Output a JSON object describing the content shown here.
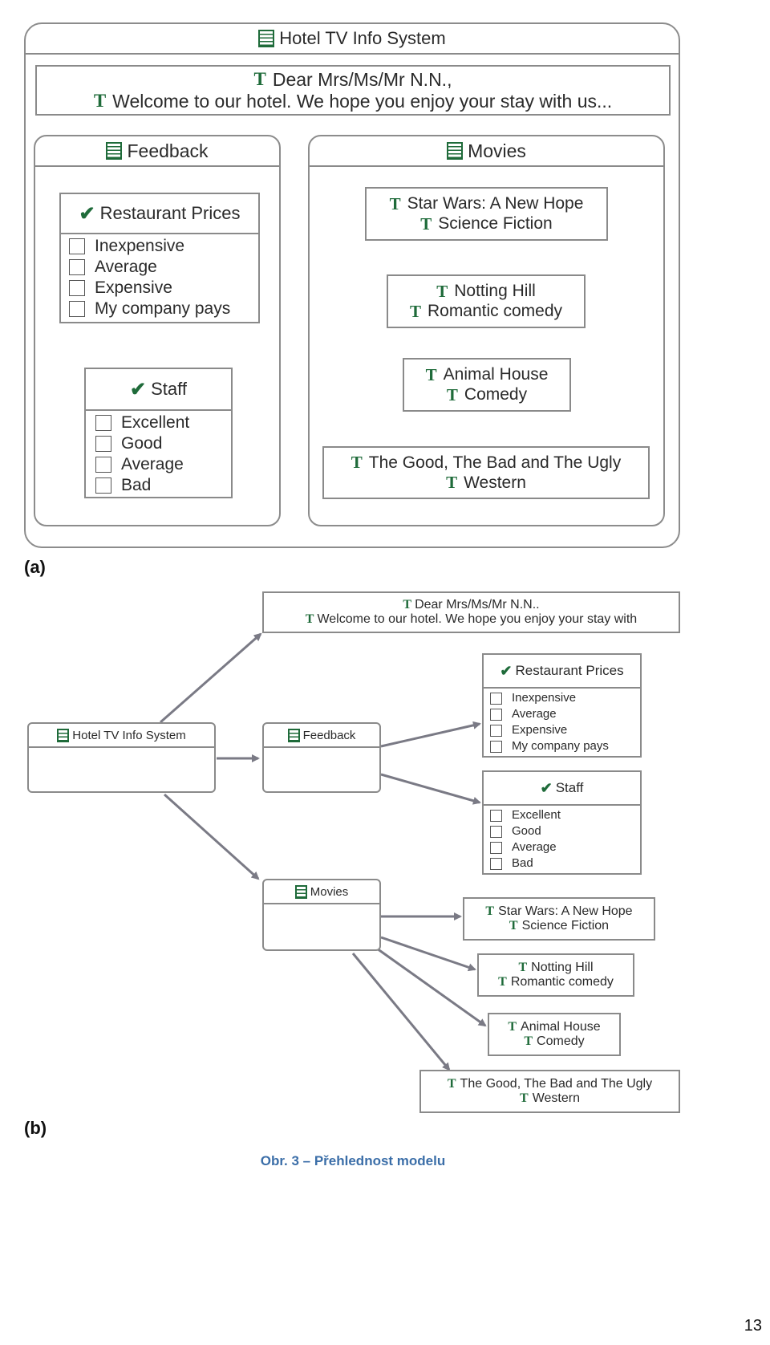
{
  "diagram_a": {
    "label": "(a)",
    "system_title": "Hotel TV Info System",
    "welcome": {
      "line1": "Dear Mrs/Ms/Mr N.N.,",
      "line2": "Welcome to our hotel. We hope you enjoy your stay with us..."
    },
    "feedback": {
      "title": "Feedback",
      "restaurant": {
        "title": "Restaurant Prices",
        "options": [
          "Inexpensive",
          "Average",
          "Expensive",
          "My company pays"
        ]
      },
      "staff": {
        "title": "Staff",
        "options": [
          "Excellent",
          "Good",
          "Average",
          "Bad"
        ]
      }
    },
    "movies": {
      "title": "Movies",
      "items": [
        {
          "name": "Star Wars: A New Hope",
          "genre": "Science Fiction"
        },
        {
          "name": "Notting Hill",
          "genre": "Romantic comedy"
        },
        {
          "name": "Animal House",
          "genre": "Comedy"
        },
        {
          "name": "The Good, The Bad and The Ugly",
          "genre": "Western"
        }
      ]
    }
  },
  "diagram_b": {
    "label": "(b)",
    "system_title": "Hotel TV Info System",
    "welcome": {
      "line1": "Dear Mrs/Ms/Mr N.N..",
      "line2": "Welcome to our hotel. We hope you enjoy your stay with"
    },
    "feedback": {
      "title": "Feedback",
      "restaurant": {
        "title": "Restaurant Prices",
        "options": [
          "Inexpensive",
          "Average",
          "Expensive",
          "My company pays"
        ]
      },
      "staff": {
        "title": "Staff",
        "options": [
          "Excellent",
          "Good",
          "Average",
          "Bad"
        ]
      }
    },
    "movies": {
      "title": "Movies",
      "items": [
        {
          "name": "Star Wars: A New Hope",
          "genre": "Science Fiction"
        },
        {
          "name": "Notting Hill",
          "genre": "Romantic comedy"
        },
        {
          "name": "Animal House",
          "genre": "Comedy"
        },
        {
          "name": "The Good, The Bad and The Ugly",
          "genre": "Western"
        }
      ]
    }
  },
  "caption": "Obr. 3 – Přehlednost modelu",
  "page_number": "13",
  "colors": {
    "icon_green": "#1f6b3a",
    "border_gray": "#8a8a8a",
    "arrow_gray": "#7a7a85",
    "caption_blue": "#3b6ea8"
  }
}
